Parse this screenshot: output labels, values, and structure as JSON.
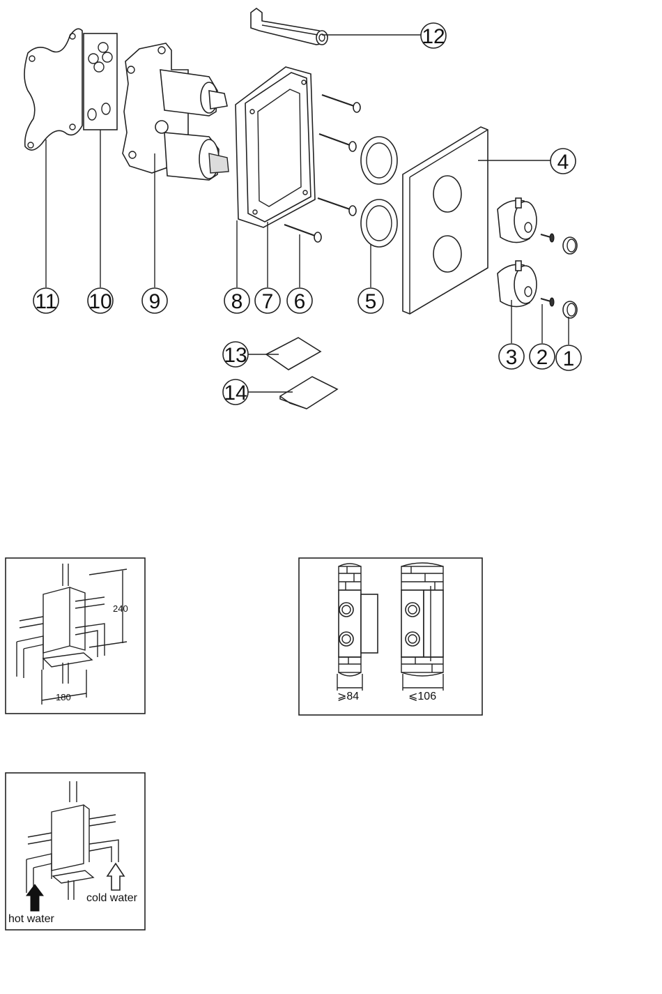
{
  "exploded_view": {
    "callouts": [
      {
        "id": "c1",
        "label": "1"
      },
      {
        "id": "c2",
        "label": "2"
      },
      {
        "id": "c3",
        "label": "3"
      },
      {
        "id": "c4",
        "label": "4"
      },
      {
        "id": "c5",
        "label": "5"
      },
      {
        "id": "c6",
        "label": "6"
      },
      {
        "id": "c7",
        "label": "7"
      },
      {
        "id": "c8",
        "label": "8"
      },
      {
        "id": "c9",
        "label": "9"
      },
      {
        "id": "c10",
        "label": "10"
      },
      {
        "id": "c11",
        "label": "11"
      },
      {
        "id": "c12",
        "label": "12"
      },
      {
        "id": "c13",
        "label": "13"
      },
      {
        "id": "c14",
        "label": "14"
      }
    ]
  },
  "pipe_dimensions": {
    "height_label": "240",
    "width_label": "180"
  },
  "wall_depth": {
    "min_label": "⩾84",
    "max_label": "⩽106"
  },
  "water_connections": {
    "hot_label": "hot water",
    "cold_label": "cold water"
  }
}
